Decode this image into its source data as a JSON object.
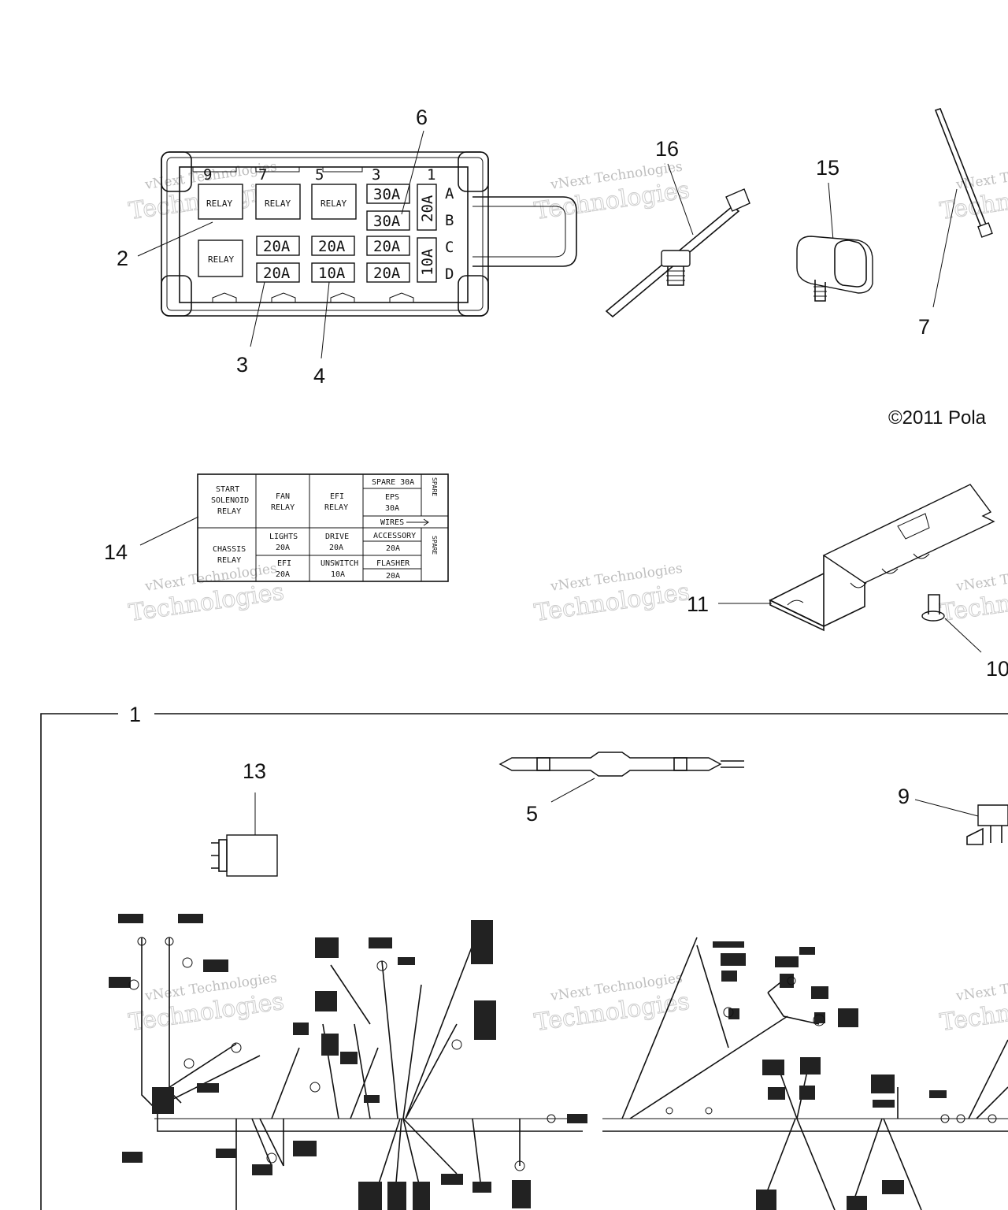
{
  "callouts": {
    "c1": "1",
    "c2": "2",
    "c3": "3",
    "c4": "4",
    "c5": "5",
    "c6": "6",
    "c7": "7",
    "c9": "9",
    "c10": "10",
    "c11": "11",
    "c13": "13",
    "c14": "14",
    "c15": "15",
    "c16": "16"
  },
  "copyright": "©2011 Pola",
  "watermark": {
    "line1": "vNext Technologies",
    "line2": "Technologies"
  },
  "fuse_box": {
    "top_numbers": [
      "9",
      "7",
      "5",
      "3",
      "1"
    ],
    "side_letters": [
      "A",
      "B",
      "C",
      "D"
    ],
    "relay_label": "RELAY",
    "fuses": {
      "r1_30a": "30A",
      "r2_30a": "30A",
      "v_20a": "20A",
      "r3_20a_1": "20A",
      "r3_20a_2": "20A",
      "r3_20a_3": "20A",
      "v_10a": "10A",
      "r4_20a_1": "20A",
      "r4_10a": "10A",
      "r4_20a_3": "20A"
    }
  },
  "label_card": {
    "start_solenoid": [
      "START",
      "SOLENOID",
      "RELAY"
    ],
    "fan_relay": [
      "FAN",
      "RELAY"
    ],
    "efi_relay": [
      "EFI",
      "RELAY"
    ],
    "spare_30a": "SPARE 30A",
    "eps": [
      "EPS",
      "30A"
    ],
    "wires": "WIRES",
    "spare_vertical": "SPARE",
    "chassis_relay": [
      "CHASSIS",
      "RELAY"
    ],
    "lights": [
      "LIGHTS",
      "20A"
    ],
    "drive": [
      "DRIVE",
      "20A"
    ],
    "accessory": [
      "ACCESSORY",
      "20A"
    ],
    "efi_fuse": [
      "EFI",
      "20A"
    ],
    "unswitch": [
      "UNSWITCH",
      "10A"
    ],
    "flasher": [
      "FLASHER",
      "20A"
    ]
  }
}
